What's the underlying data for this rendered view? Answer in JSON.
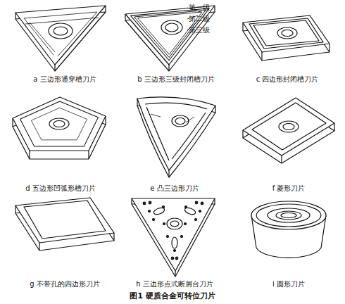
{
  "diagram": {
    "caption": "图1 硬质合金可转位刀片",
    "labels": [
      "第一级",
      "第二级",
      "第三级",
      "a 三边形通穿槽刀片",
      "b 三边形三级封闭槽刀片",
      "c 四边形封闭槽刀片",
      "d 五边形凹弧形槽刀片",
      "e 凸三边形刀片",
      "f 菱形刀片",
      "g 不带孔的四边形刀片",
      "h 三边形点式断屑台刀片",
      "i 圆形刀片"
    ]
  }
}
